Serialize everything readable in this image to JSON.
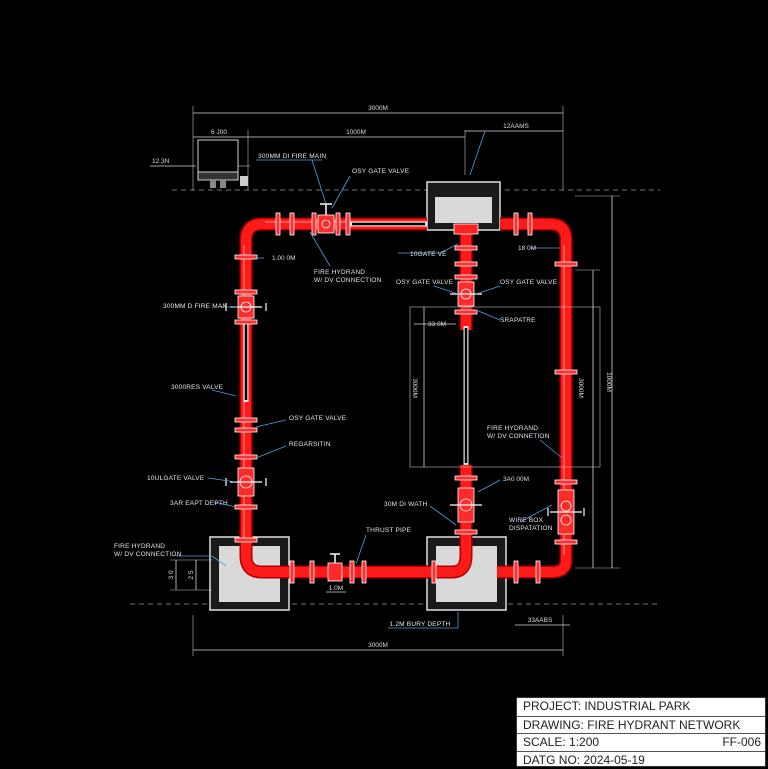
{
  "diagram": {
    "labels": {
      "dim_overall_top": "3000M",
      "dim_inner_top": "1000M",
      "dim_left_top": "6 J00",
      "dim_right_top": "12AAMS",
      "dim_left_side": "12 3N",
      "main_top": "300MM DI FIRE MAIN",
      "gate_valve_top": "OSY GATE VALVE",
      "hydrant_top_1": "FIRE HYDRAND",
      "hydrant_top_2": "W/ DV CONNECTION",
      "dim_100": "1.00 0M",
      "fire_main_left": "300MM D FIRE MAN",
      "gate_valve_mid": "OSY GATE VALVE",
      "gate_valve_right": "OSY GATE VALVE",
      "gate_valve_top_center": "10GATE VE",
      "dim_18": "18 0M",
      "dim_33": "33 0M",
      "srapatre": "SRAPATRE",
      "dim_vert_mid": "3000M",
      "dim_vert_right": "3000M",
      "dim_vert_far": "1000M",
      "fire_hydrant_r1": "FIRE HYDRAND",
      "fire_hydrant_r2": "W/ DV CONNETION",
      "tee_valve": "3000RES VALVE",
      "gate_valve_left": "OSY GATE VALVE",
      "regulator": "REGARSITIN",
      "gate_valve_low": "10ULGATE VALVE",
      "exp_depth": "3AR EAPT DEPTH",
      "hydrant_left_1": "FIRE HYDRAND",
      "hydrant_left_2": "W/ DV CONNECTION",
      "ductile": "30M DI WATH",
      "dim_340": "3A0 00M",
      "thrust_pipe": "THRUST PIPE",
      "wire_1": "WIRE BOX",
      "wire_2": "DISPATATION",
      "dim_100b": "1.0M",
      "bury_depth": "1.2M BURY DEPTH",
      "dim_bottom": "3000M",
      "dim_3aabs": "33AABS",
      "dim_ls1": "3 0",
      "dim_ls2": "2 5"
    }
  },
  "title_block": {
    "project": "PROJECT: INDUSTRIAL PARK",
    "drawing": "DRAWING: FIRE HYDRANT NETWORK",
    "scale": "SCALE: 1:200",
    "code": "FF-006",
    "date": "DATG NO: 2024-05-19"
  }
}
